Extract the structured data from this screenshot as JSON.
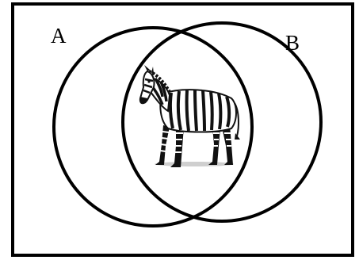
{
  "diagram": {
    "type": "venn",
    "sets": [
      {
        "label": "A"
      },
      {
        "label": "B"
      }
    ],
    "intersection_image": "zebra-icon",
    "colors": {
      "stroke": "#000000",
      "background": "#ffffff"
    }
  }
}
